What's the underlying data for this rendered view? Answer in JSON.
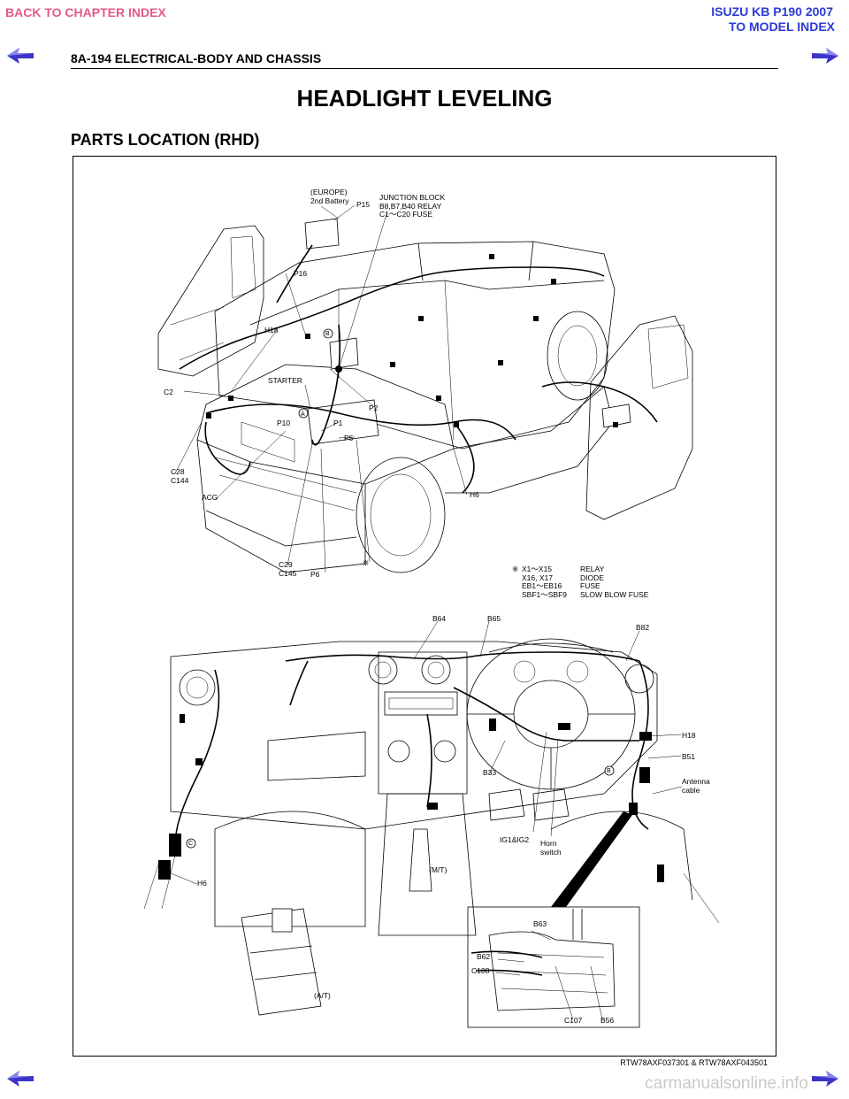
{
  "nav": {
    "back_label": "BACK TO CHAPTER INDEX",
    "book_title": "ISUZU KB P190 2007",
    "model_label": "TO MODEL INDEX",
    "colors": {
      "back": "#e2598b",
      "model": "#2b3bd6",
      "arrow": "#3a34c8"
    }
  },
  "header": {
    "page": "8A-194  ELECTRICAL-BODY AND CHASSIS"
  },
  "title": "HEADLIGHT LEVELING",
  "section": "PARTS LOCATION (RHD)",
  "figure": {
    "top_labels": {
      "europe": "(EUROPE)\n2nd Battery",
      "p15": "P15",
      "junction": "JUNCTION BLOCK\nB8,B7,B40 RELAY\nC1～C20 FUSE",
      "p16": "P16",
      "h18": "H18",
      "c2": "C2",
      "starter": "STARTER",
      "p2": "P2",
      "p10": "P10",
      "p1": "P1",
      "p5": "P5",
      "c28": "C28\nC144",
      "acg": "ACG",
      "h6": "H6",
      "c29": "C29\nC145",
      "p6": "P6",
      "mark": "※"
    },
    "legend": {
      "mark": "※",
      "codes": "X1～X15\nX16, X17\nEB1～EB16\nSBF1～SBF9",
      "meanings": "RELAY\nDIODE\nFUSE\nSLOW BLOW FUSE"
    },
    "dash_labels": {
      "b64": "B64",
      "b65": "B65",
      "b82": "B82",
      "h18": "H18",
      "b51": "B51",
      "antenna": "Antenna\ncable",
      "b33": "B33",
      "ig": "IG1&IG2",
      "horn": "Horn\nswitch",
      "mt": "(M/T)",
      "h6": "H6",
      "at": "(A/T)"
    },
    "inset_labels": {
      "b63": "B63",
      "b62": "B62",
      "c108": "C108",
      "c107": "C107",
      "b56": "B56"
    },
    "circle_markers": [
      "A",
      "B",
      "C"
    ],
    "reference": "RTW78AXF037301 & RTW78AXF043501"
  },
  "watermark": "carmanualsonline.info"
}
